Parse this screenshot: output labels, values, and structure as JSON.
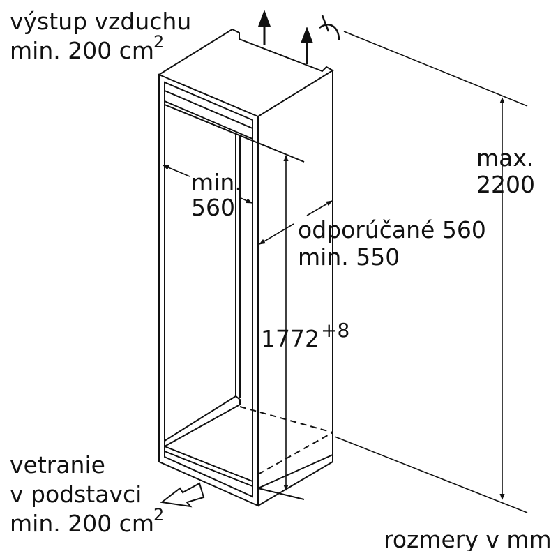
{
  "labels": {
    "air_outlet_line1": "výstup vzduchu",
    "air_outlet_line2": "min. 200 cm",
    "air_outlet_sup": "2",
    "max_line1": "max.",
    "max_line2": "2200",
    "min_width_line1": "min.",
    "min_width_line2": "560",
    "depth_line1": "odporúčané 560",
    "depth_line2": "min. 550",
    "niche_height": "1772",
    "niche_height_tolerance": "+8",
    "vent_line1": "vetranie",
    "vent_line2": "v podstavci",
    "vent_line3": "min. 200 cm",
    "vent_sup": "2",
    "units_note": "rozmery v mm"
  },
  "colors": {
    "ink": "#111111",
    "background": "#ffffff"
  }
}
